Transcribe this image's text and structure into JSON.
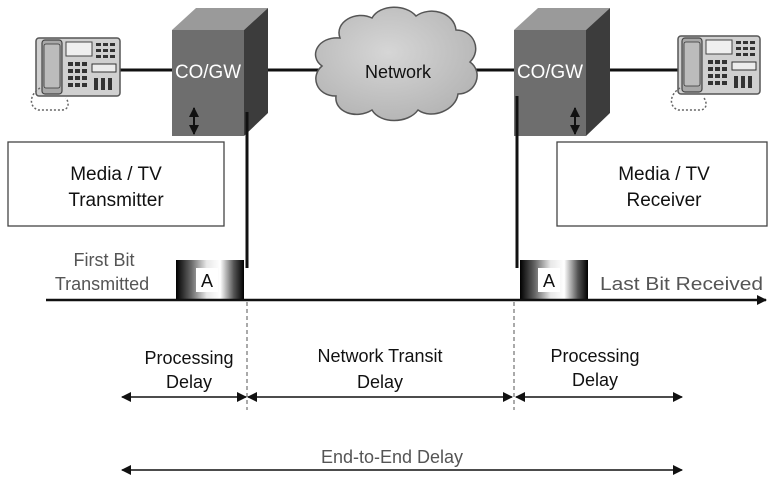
{
  "diagram": {
    "gateways": {
      "left_label": "CO/GW",
      "right_label": "CO/GW"
    },
    "network": {
      "label": "Network"
    },
    "transmitter": {
      "line1": "Media / TV",
      "line2": "Transmitter"
    },
    "receiver": {
      "line1": "Media / TV",
      "line2": "Receiver"
    },
    "first_bit": {
      "line1": "First Bit",
      "line2": "Transmitted"
    },
    "last_bit": {
      "label": "Last Bit Received"
    },
    "packets": {
      "left_label": "A",
      "right_label": "A"
    },
    "delays": {
      "processing_left": {
        "line1": "Processing",
        "line2": "Delay"
      },
      "network_transit": {
        "line1": "Network Transit",
        "line2": "Delay"
      },
      "processing_right": {
        "line1": "Processing",
        "line2": "Delay"
      },
      "end_to_end": "End-to-End Delay"
    },
    "colors": {
      "gateway_front": "#6e6e6e",
      "gateway_top": "#9a9a9a",
      "gateway_side": "#3c3c3c",
      "cloud": "#c4c4c4",
      "line": "#111111",
      "grey_text": "#555555"
    },
    "icons": [
      "telephone-icon",
      "gateway-icon",
      "network-cloud-icon",
      "packet-icon"
    ]
  }
}
